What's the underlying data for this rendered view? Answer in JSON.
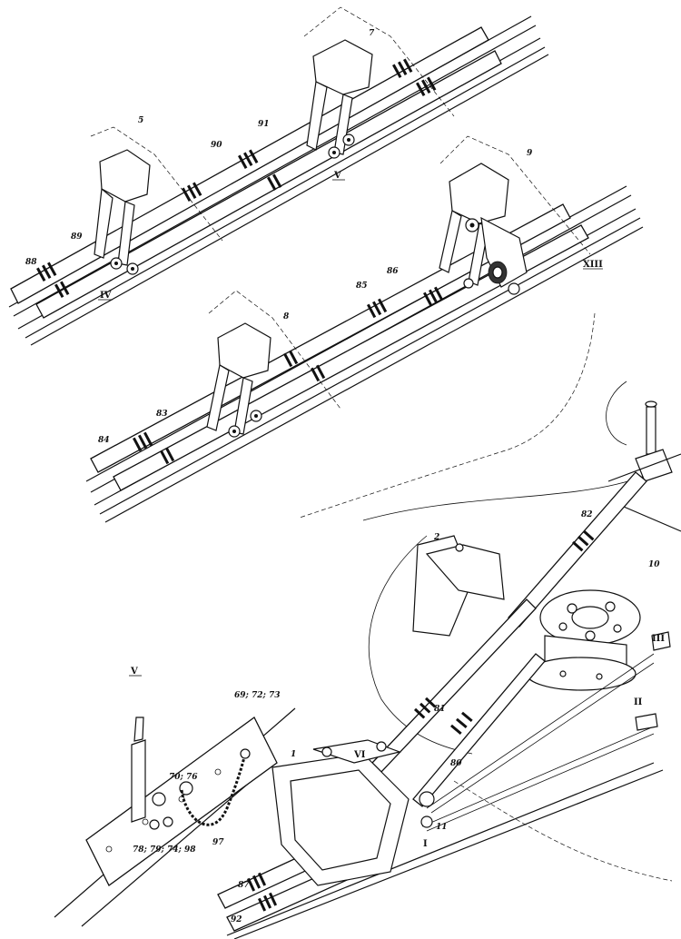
{
  "labels": {
    "l88": "88",
    "l89": "89",
    "l5": "5",
    "l90": "90",
    "l91": "91",
    "l7": "7",
    "lV_top": "V",
    "lIV": "IV",
    "l9": "9",
    "lXIII": "XIII",
    "l85": "85",
    "l86": "86",
    "l8": "8",
    "l84": "84",
    "l83": "83",
    "l2": "2",
    "l82": "82",
    "l10": "10",
    "lIII": "III",
    "lII": "II",
    "l81": "81",
    "l80": "80",
    "lVI": "VI",
    "l1": "1",
    "l11": "11",
    "lI": "I",
    "l87": "87",
    "l92": "92",
    "lV_det": "V",
    "l69": "69; 72; 73",
    "l70": "70; 76",
    "l78": "78; 79; 74; 98",
    "l97": "97"
  }
}
